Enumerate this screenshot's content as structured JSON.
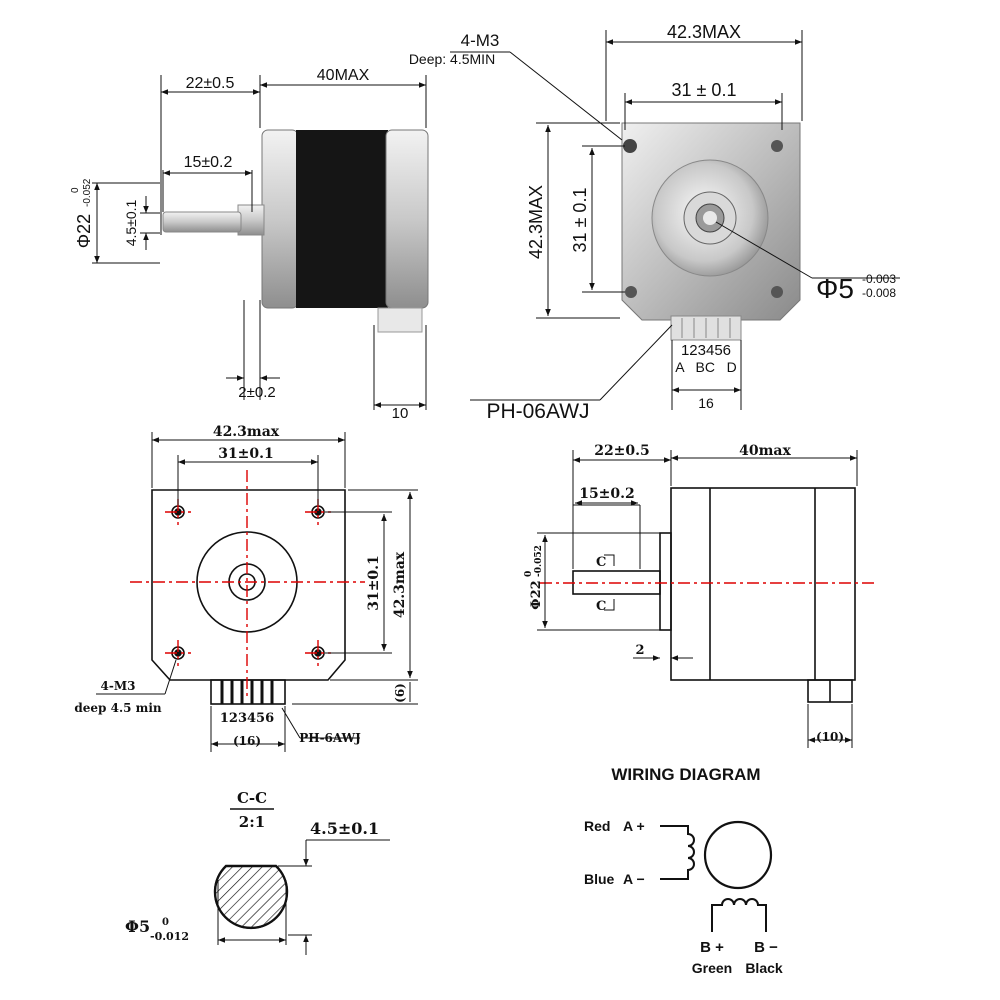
{
  "photo_side": {
    "dim_total_len": "40MAX",
    "dim_shaft_len": "22±0.5",
    "dim_flat_len": "15±0.2",
    "dim_flat_depth": "4.5±0.1",
    "dim_boss_dia_main": "Φ22",
    "dim_boss_dia_upper": "0",
    "dim_boss_dia_lower": "-0.052",
    "dim_boss_height": "2±0.2",
    "dim_connector_len": "10"
  },
  "photo_front": {
    "mount_holes": "4-M3",
    "mount_depth": "Deep: 4.5MIN",
    "dim_body_width": "42.3MAX",
    "dim_hole_spacing": "31 ± 0.1",
    "dim_body_height": "42.3MAX",
    "dim_hole_spacing_v": "31 ± 0.1",
    "dim_shaft_dia_main": "Φ5",
    "dim_shaft_dia_upper": "-0.003",
    "dim_shaft_dia_lower": "-0.008",
    "pin_numbers": "123456",
    "pin_labels": "A   BC   D",
    "connector_width": "16",
    "connector_model": "PH-06AWJ"
  },
  "cad_front": {
    "dim_width": "42.3max",
    "dim_hole_spacing": "31±0.1",
    "dim_hole_spacing_v": "31±0.1",
    "dim_height": "42.3max",
    "dim_connector_depth": "(6)",
    "holes_label": "4-M3",
    "holes_depth": "deep 4.5 min",
    "pin_numbers": "123456",
    "connector_width": "(16)",
    "connector_model": "PH-6AWJ"
  },
  "cad_side": {
    "dim_shaft_len": "22±0.5",
    "dim_body_len": "40max",
    "dim_flat_len": "15±0.2",
    "dim_boss_dia_main": "Φ22",
    "dim_boss_dia_upper": "0",
    "dim_boss_dia_lower": "-0.052",
    "section_mark": "C",
    "dim_boss_height": "2",
    "dim_connector_len": "(10)"
  },
  "section": {
    "title": "C-C",
    "scale": "2:1",
    "dim_flat": "4.5±0.1",
    "dim_dia_main": "Φ5",
    "dim_dia_upper": "0",
    "dim_dia_lower": "-0.012"
  },
  "wiring": {
    "title": "WIRING DIAGRAM",
    "red_label": "Red",
    "a_plus": "A +",
    "blue_label": "Blue",
    "a_minus": "A −",
    "b_plus": "B +",
    "b_minus": "B −",
    "green_label": "Green",
    "black_label": "Black"
  }
}
